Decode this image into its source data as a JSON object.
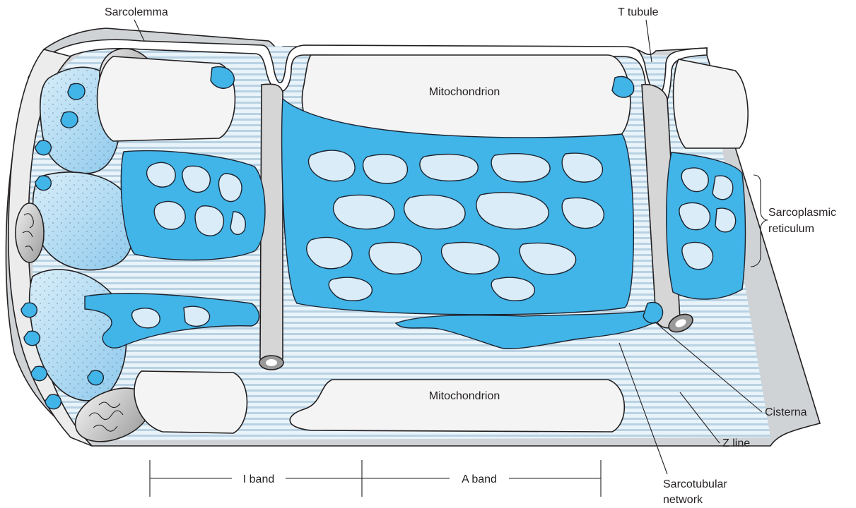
{
  "diagram": {
    "labels": {
      "sarcolemma": "Sarcolemma",
      "t_tubule": "T tubule",
      "mitochondrion_top": "Mitochondrion",
      "mitochondrion_bottom": "Mitochondrion",
      "sarcoplasmic_reticulum_line1": "Sarcoplasmic",
      "sarcoplasmic_reticulum_line2": "reticulum",
      "cisterna": "Cisterna",
      "z_line": "Z line",
      "sarcotubular_line1": "Sarcotubular",
      "sarcotubular_line2": "network",
      "i_band": "I band",
      "a_band": "A band"
    },
    "colors": {
      "reticulum": "#41b4e8",
      "myofibril_fill": "#e4f1f9",
      "myofibril_stripes": "#bcd3e2",
      "mitochondrion": "#f4f4f4",
      "outline": "#231f20"
    }
  }
}
